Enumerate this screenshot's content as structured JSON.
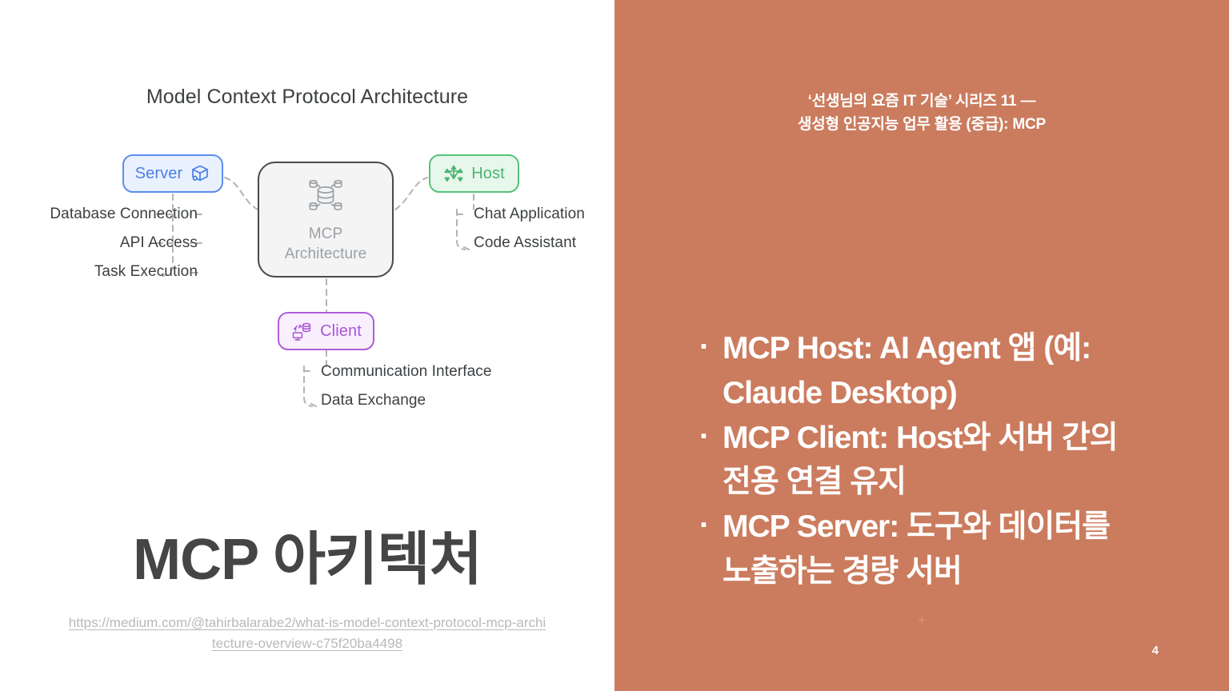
{
  "slide": {
    "page_number": "4",
    "plus_marker": "+",
    "accent_color": "#cb7c5e"
  },
  "diagram": {
    "title": "Model Context Protocol Architecture",
    "center": {
      "line1": "MCP",
      "line2": "Architecture",
      "icon": "database-cluster-icon",
      "color": "#9aa0a6"
    },
    "nodes": [
      {
        "id": "server",
        "label": "Server",
        "icon": "cube-icon",
        "color": "#4a7fe8",
        "fill": "#eaf1fe",
        "border": "#5b8def"
      },
      {
        "id": "host",
        "label": "Host",
        "icon": "network-icon",
        "color": "#4cb56f",
        "fill": "#e7f7ec",
        "border": "#56c279"
      },
      {
        "id": "client",
        "label": "Client",
        "icon": "monitor-database-icon",
        "color": "#a955d6",
        "fill": "#f9effd",
        "border": "#b15ddb"
      }
    ],
    "server_leaves": [
      "Database Connection",
      "API Access",
      "Task Execution"
    ],
    "host_leaves": [
      "Chat Application",
      "Code Assistant"
    ],
    "client_leaves": [
      "Communication Interface",
      "Data Exchange"
    ]
  },
  "left": {
    "heading": "MCP 아키텍처",
    "source_url": "https://medium.com/@tahirbalarabe2/what-is-model-context-protocol-mcp-architecture-overview-c75f20ba4498"
  },
  "right": {
    "series_title_line1": "‘선생님의 요즘 IT 기술’ 시리즈 11 —",
    "series_title_line2": "생성형 인공지능 업무 활용 (중급): MCP",
    "bullets": [
      "MCP Host: AI Agent 앱 (예: Claude Desktop)",
      "MCP Client: Host와 서버 간의 전용 연결 유지",
      "MCP Server: 도구와 데이터를 노출하는 경량 서버"
    ]
  }
}
